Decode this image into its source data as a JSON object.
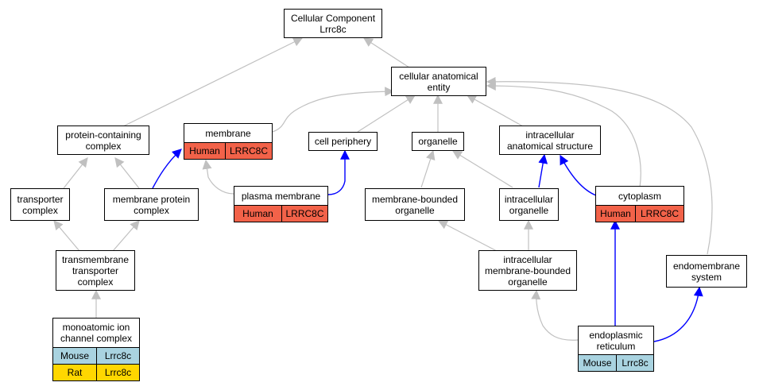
{
  "colors": {
    "human": "#f26249",
    "mouse": "#a9d3e0",
    "rat": "#ffd700",
    "edge_default": "#c0c0c0",
    "edge_annotated": "#0000ff"
  },
  "nodes": {
    "cc": {
      "label": "Cellular Component\nLrrc8c"
    },
    "cae": {
      "label": "cellular anatomical\nentity"
    },
    "pcc": {
      "label": "protein-containing\ncomplex"
    },
    "membrane": {
      "label": "membrane",
      "annotations": [
        [
          "Human",
          "LRRC8C"
        ]
      ]
    },
    "cellper": {
      "label": "cell periphery"
    },
    "organelle": {
      "label": "organelle"
    },
    "ias": {
      "label": "intracellular\nanatomical structure"
    },
    "tc": {
      "label": "transporter\ncomplex"
    },
    "mpc": {
      "label": "membrane protein\ncomplex"
    },
    "pm": {
      "label": "plasma membrane",
      "annotations": [
        [
          "Human",
          "LRRC8C"
        ]
      ]
    },
    "mbo": {
      "label": "membrane-bounded\norganelle"
    },
    "io": {
      "label": "intracellular\norganelle"
    },
    "cyto": {
      "label": "cytoplasm",
      "annotations": [
        [
          "Human",
          "LRRC8C"
        ]
      ]
    },
    "ttc": {
      "label": "transmembrane\ntransporter\ncomplex"
    },
    "imbo": {
      "label": "intracellular\nmembrane-bounded\norganelle"
    },
    "es": {
      "label": "endomembrane\nsystem"
    },
    "mic": {
      "label": "monoatomic ion\nchannel complex",
      "annotations": [
        [
          "Mouse",
          "Lrrc8c"
        ],
        [
          "Rat",
          "Lrrc8c"
        ]
      ]
    },
    "er": {
      "label": "endoplasmic\nreticulum",
      "annotations": [
        [
          "Mouse",
          "Lrrc8c"
        ]
      ]
    }
  }
}
